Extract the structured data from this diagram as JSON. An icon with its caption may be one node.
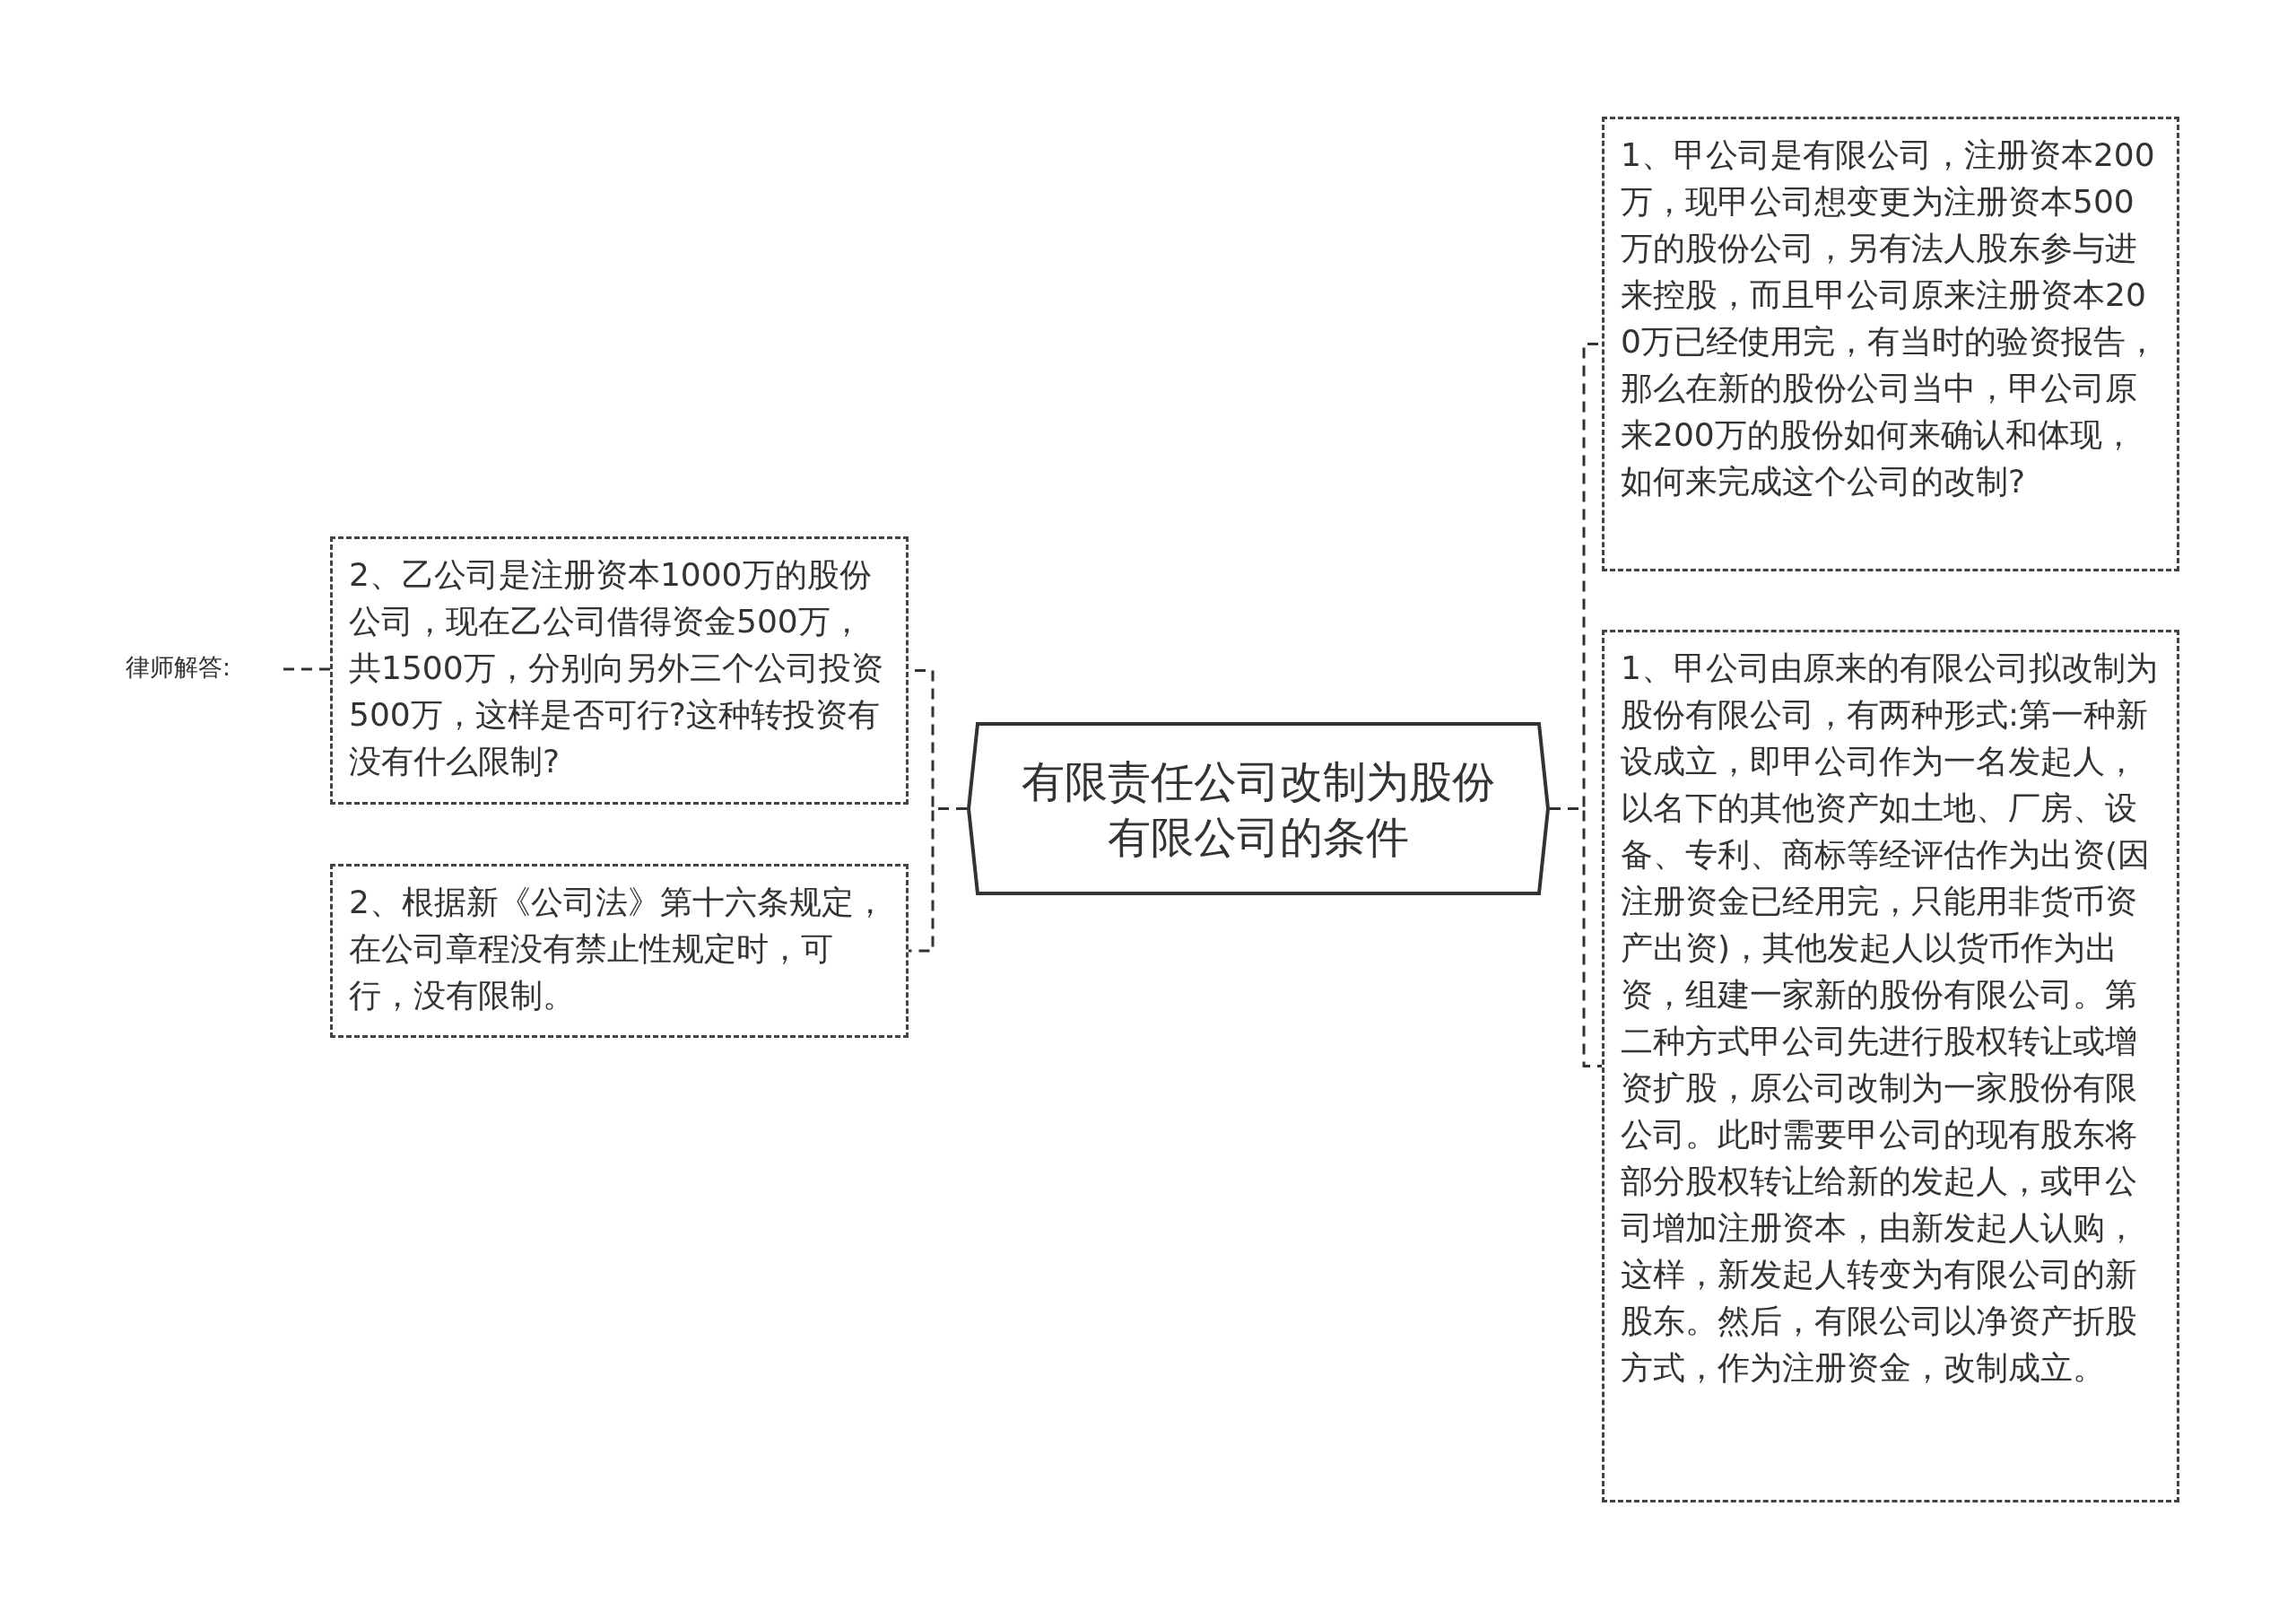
{
  "diagram": {
    "nodes": [
      {
        "text": [
          "有限责任公司改制为股份有限公司的条件"
        ]
      },
      {
        "text": [
          "2、乙公司是注册资本1000万的股份公司，现在乙公司借得资金500万，共1500万，分别向另外三个公司投资500万，这样是否可行?这种转投资有没有什么限制?"
        ]
      },
      {
        "text": [
          "律师解答:"
        ]
      },
      {
        "text": [
          "2、根据新《公司法》第十六条规定，在公司章程没有禁止性规定时，可行，没有限制。"
        ]
      },
      {
        "text": [
          "1、甲公司是有限公司，注册资本200万，现甲公司想变更为注册资本500万的股份公司，另有法人股东参与进来控股，而且甲公司原来注册资本200万已经使用完，有当时的验资报告，那么在新的股份公司当中，甲公司原来200万的股份如何来确认和体现，如何来完成这个公司的改制?"
        ]
      },
      {
        "text": [
          "1、甲公司由原来的有限公司拟改制为股份有限公司，有两种形式:第一种新设成立，即甲公司作为一名发起人，以名下的其他资产如土地、厂房、设备、专利、商标等经评估作为出资(因注册资金已经用完，只能用非货币资产出资)，其他发起人以货币作为出资，组建一家新的股份有限公司。第二种方式甲公司先进行股权转让或增资扩股，原公司改制为一家股份有限公司。此时需要甲公司的现有股东将部分股权转让给新的发起人，或甲公司增加注册资本，由新发起人认购，这样，新发起人转变为有限公司的新股东。然后，有限公司以净资产折股方式，作为注册资金，改制成立。"
        ]
      }
    ],
    "edges": [
      {
        "from": 0,
        "to": 1,
        "arrow": "none",
        "style": "dashed"
      },
      {
        "from": 0,
        "to": 3,
        "arrow": "none",
        "style": "dashed"
      },
      {
        "from": 0,
        "to": 4,
        "arrow": "none",
        "style": "dashed"
      },
      {
        "from": 0,
        "to": 5,
        "arrow": "none",
        "style": "dashed"
      },
      {
        "from": 1,
        "to": 2,
        "arrow": "none",
        "style": "dashed"
      }
    ]
  }
}
